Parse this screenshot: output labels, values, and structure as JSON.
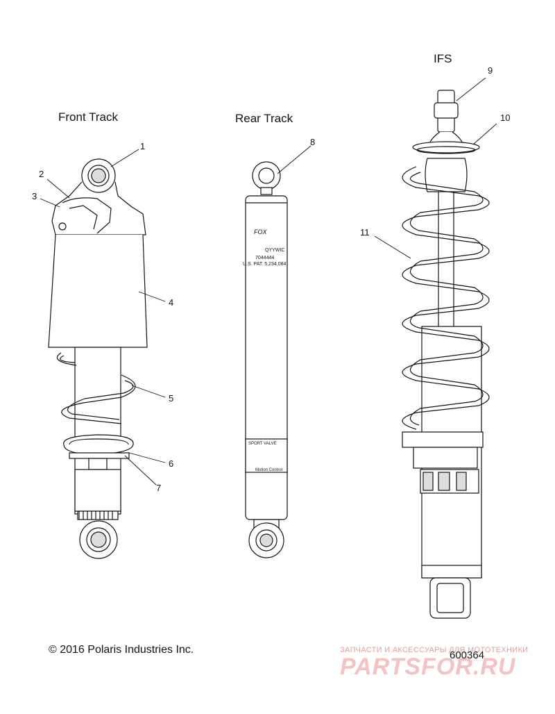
{
  "headings": {
    "front_track": "Front Track",
    "rear_track": "Rear Track",
    "ifs": "IFS"
  },
  "callouts": [
    "1",
    "2",
    "3",
    "4",
    "5",
    "6",
    "7",
    "8",
    "9",
    "10",
    "11"
  ],
  "shock_markings": {
    "logo": "FOX",
    "line1": "QYYWIC",
    "line2": "7044444",
    "line3": "U.S. PAT. 5,234,084",
    "band1": "SPORT VALVE",
    "band2": "Motion Control"
  },
  "copyright": "© 2016 Polaris Industries Inc.",
  "part_number": "600364",
  "watermark": {
    "text": "ЗАПЧАСТИ И АКСЕССУАРЫ ДЛЯ МОТОТЕХНИКИ",
    "logo": "PARTSFOR.RU"
  }
}
